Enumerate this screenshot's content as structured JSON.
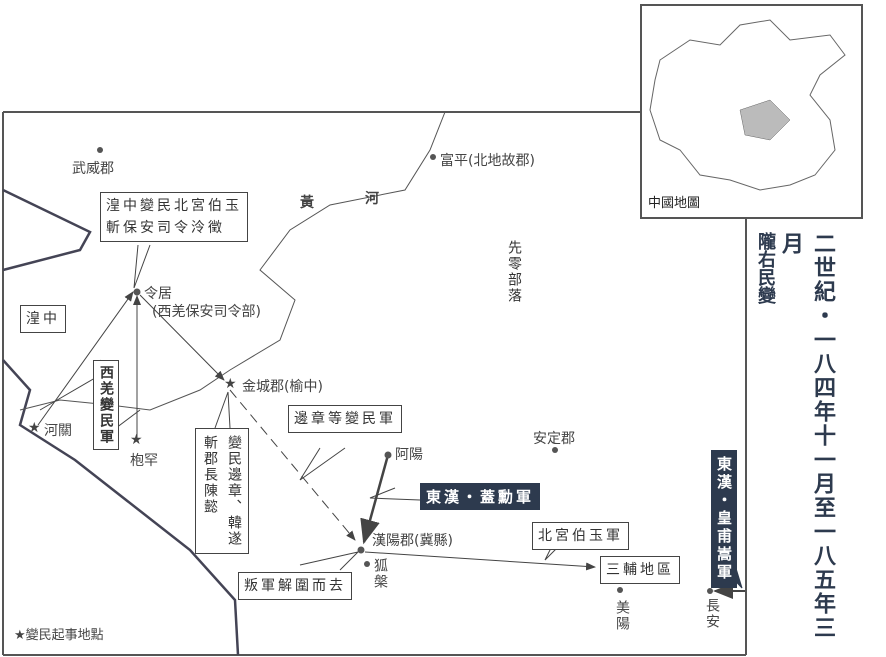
{
  "title": {
    "period": "二世紀・一八四年十一月至一八五年三月",
    "name": "隴右民變"
  },
  "inset": {
    "label": "中國地圖"
  },
  "places": {
    "wuwei": "武威郡",
    "fuping": "富平(北地故郡)",
    "lingju": "令居",
    "lingju_note": "(西羌保安司令部)",
    "jincheng": "金城郡(榆中)",
    "heguan": "河關",
    "baohan": "枹罕",
    "ayang": "阿陽",
    "anding": "安定郡",
    "hanyang": "漢陽郡(冀縣)",
    "huli": "狐槃",
    "meiyang": "美陽",
    "changan": "長安"
  },
  "regions": {
    "huangzhong": "湟中",
    "xianling": "先零部落",
    "sanfu": "三輔地區",
    "river": [
      "黃",
      "河"
    ]
  },
  "callouts": {
    "beigong": "湟中變民北宮伯玉\n斬保安司令泠徵",
    "xiqiang": "西羌變民軍",
    "bianzhang_army": "邊章等變民軍",
    "kill_chen": "變民邊章、韓遂斬郡長陳懿",
    "retreat": "叛軍解圍而去",
    "beigong_army": "北宮伯玉軍",
    "gaixun": "東漢・蓋勳軍",
    "huangfu": "東漢・皇甫嵩軍"
  },
  "legend": {
    "star": "★",
    "label": "變民起事地點"
  },
  "colors": {
    "ink": "#444444",
    "dark_box": "#2d3a4e"
  }
}
